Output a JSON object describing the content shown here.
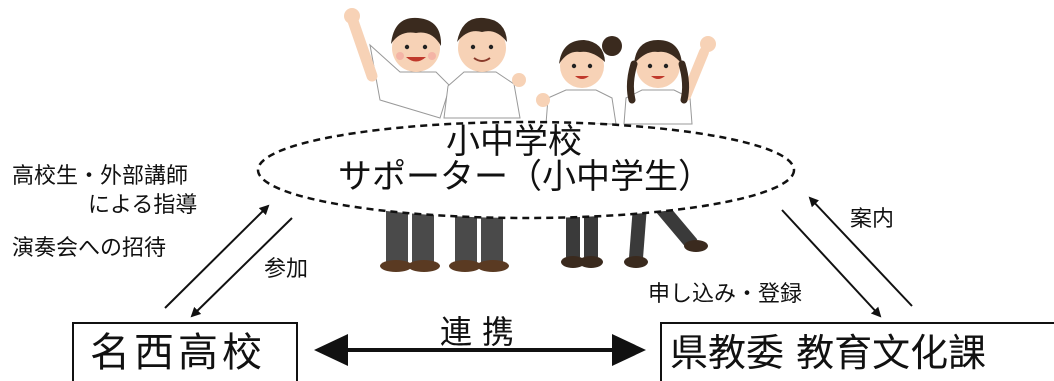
{
  "center": {
    "line1": "小中学校",
    "line2": "サポーター（小中学生）"
  },
  "left_notes": {
    "line1": "高校生・外部講師",
    "line2": "による指導",
    "line3": "演奏会への招待"
  },
  "left_arrow_label": "参加",
  "right_notes": {
    "top": "案内",
    "bottom": "申し込み・登録"
  },
  "link_label": "連携",
  "box_left": "名西高校",
  "box_right": "県教委 教育文化課",
  "colors": {
    "line": "#111111",
    "skin": "#f7d2b6",
    "hair": "#3a2a1e",
    "shirt": "#ffffff",
    "pants": "#4a4a4a",
    "cheek": "#f2a6a0"
  },
  "figures": [
    "boy-cheering-icon",
    "boy-smiling-icon",
    "girl-ponytail-icon",
    "girl-cheering-icon"
  ]
}
